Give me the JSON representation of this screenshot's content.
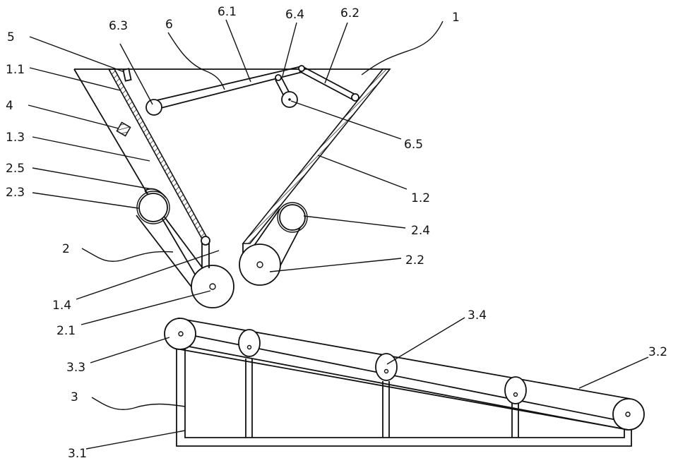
{
  "labels": {
    "l1": "1",
    "l1_1": "1.1",
    "l1_2": "1.2",
    "l1_3": "1.3",
    "l1_4": "1.4",
    "l2": "2",
    "l2_1": "2.1",
    "l2_2": "2.2",
    "l2_3": "2.3",
    "l2_4": "2.4",
    "l2_5": "2.5",
    "l3": "3",
    "l3_1": "3.1",
    "l3_2": "3.2",
    "l3_3": "3.3",
    "l3_4": "3.4",
    "l4": "4",
    "l5": "5",
    "l6": "6",
    "l6_1": "6.1",
    "l6_2": "6.2",
    "l6_3": "6.3",
    "l6_4": "6.4",
    "l6_5": "6.5"
  }
}
